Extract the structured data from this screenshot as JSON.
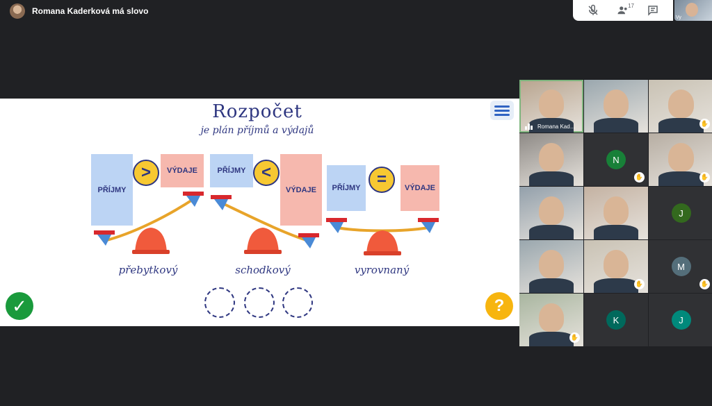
{
  "header": {
    "speaker": "Romana Kaderková má slovo"
  },
  "toolbar": {
    "participant_count": "17",
    "self_label": "Vy"
  },
  "slide": {
    "title": "Rozpočet",
    "subtitle": "je plán příjmů a výdajů",
    "scales": [
      {
        "income": "PŘÍJMY",
        "operator": ">",
        "expense": "VÝDAJE",
        "label": "přebytkový"
      },
      {
        "income": "PŘÍJMY",
        "operator": "<",
        "expense": "VÝDAJE",
        "label": "schodkový"
      },
      {
        "income": "PŘÍJMY",
        "operator": "=",
        "expense": "VÝDAJE",
        "label": "vyrovnaný"
      }
    ],
    "help_label": "?",
    "colors": {
      "title": "#2e3680",
      "income": "#bcd4f4",
      "expense": "#f6b8ae",
      "operator": "#f7c832",
      "fulcrum": "#f05a3c"
    }
  },
  "participants": [
    {
      "name": "Romana Kad…",
      "kind": "video",
      "speaking": true
    },
    {
      "name": "",
      "kind": "video"
    },
    {
      "name": "",
      "kind": "video",
      "hand": true
    },
    {
      "name": "",
      "kind": "video"
    },
    {
      "name": "",
      "kind": "initial",
      "initial": "N",
      "color": "#188038",
      "hand": true
    },
    {
      "name": "",
      "kind": "video",
      "hand": true
    },
    {
      "name": "",
      "kind": "video"
    },
    {
      "name": "",
      "kind": "video"
    },
    {
      "name": "",
      "kind": "initial",
      "initial": "J",
      "color": "#33691e"
    },
    {
      "name": "",
      "kind": "video"
    },
    {
      "name": "",
      "kind": "video",
      "hand": true
    },
    {
      "name": "",
      "kind": "initial",
      "initial": "M",
      "color": "#546e7a",
      "hand": true
    },
    {
      "name": "",
      "kind": "video",
      "hand": true
    },
    {
      "name": "",
      "kind": "initial",
      "initial": "K",
      "color": "#00695c"
    },
    {
      "name": "",
      "kind": "initial",
      "initial": "J",
      "color": "#00897b"
    }
  ]
}
